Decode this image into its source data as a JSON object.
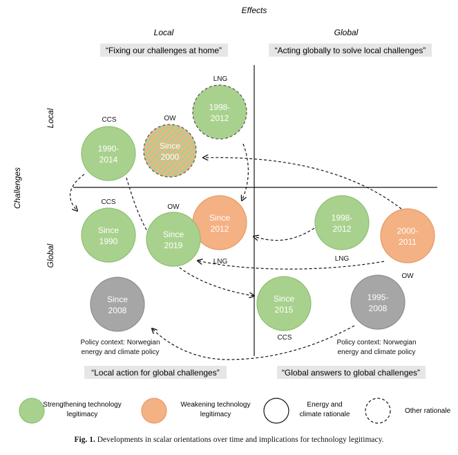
{
  "axes": {
    "effects": "Effects",
    "challenges": "Challenges",
    "effects_local": "Local",
    "effects_global": "Global",
    "challenges_local": "Local",
    "challenges_global": "Global"
  },
  "quadrant_labels": {
    "local_local": "“Fixing our challenges at home”",
    "local_global": "“Acting globally to solve local challenges”",
    "global_local": "“Local action for global challenges”",
    "global_global": "“Global answers to global challenges”"
  },
  "nodes": {
    "ccs_1990_2014": {
      "tag": "CCS",
      "line1": "1990-",
      "line2": "2014"
    },
    "ow_since_2000": {
      "tag": "OW",
      "line1": "Since",
      "line2": "2000"
    },
    "lng_1998_2012_local": {
      "tag": "LNG",
      "line1": "1998-",
      "line2": "2012"
    },
    "ccs_since_1990": {
      "tag": "CCS",
      "line1": "Since",
      "line2": "1990"
    },
    "ow_since_2019": {
      "tag": "OW",
      "line1": "Since",
      "line2": "2019"
    },
    "lng_since_2012": {
      "tag": "LNG",
      "line1": "Since",
      "line2": "2012"
    },
    "lng_1998_2012_global": {
      "tag": "LNG",
      "line1": "1998-",
      "line2": "2012"
    },
    "ow_2000_2011": {
      "tag": "OW",
      "line1": "2000-",
      "line2": "2011"
    },
    "policy_since_2008": {
      "line1": "Since",
      "line2": "2008"
    },
    "ccs_since_2015": {
      "tag": "CCS",
      "line1": "Since",
      "line2": "2015"
    },
    "policy_1995_2008": {
      "line1": "1995-",
      "line2": "2008"
    }
  },
  "policy_context": {
    "left_line1": "Policy context: Norwegian",
    "left_line2": "energy and climate policy",
    "right_line1": "Policy context: Norwegian",
    "right_line2": "energy and climate policy"
  },
  "legend": {
    "strengthening_line1": "Strengthening technology",
    "strengthening_line2": "legitimacy",
    "weakening_line1": "Weakening technology",
    "weakening_line2": "legitimacy",
    "energy_line1": "Energy and",
    "energy_line2": "climate rationale",
    "other": "Other rationale"
  },
  "caption": {
    "label": "Fig. 1.",
    "text": "Developments in scalar orientations over time and implications for technology legitimacy."
  },
  "colors": {
    "green_fill": "#a9d18e",
    "green_stroke": "#8cbf6e",
    "orange_fill": "#f4b183",
    "orange_stroke": "#e59a68",
    "gray_fill": "#a6a6a6",
    "gray_stroke": "#8c8c8c",
    "label_bg": "#e7e6e6"
  }
}
